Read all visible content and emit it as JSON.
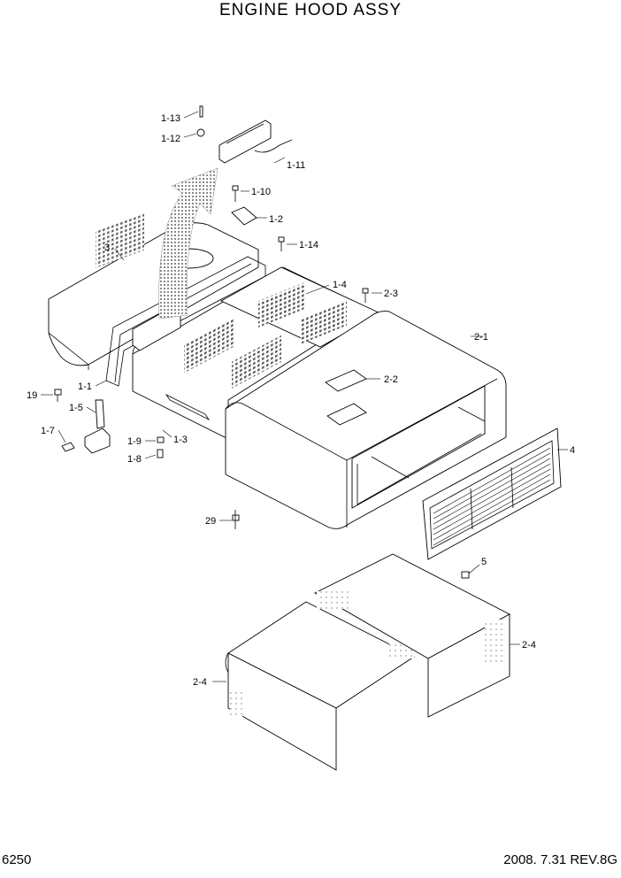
{
  "title": "ENGINE HOOD ASSY",
  "page_number": "6250",
  "revision": "2008. 7.31  REV.8G",
  "callouts": [
    "1-13",
    "1-12",
    "1-11",
    "1-10",
    "1-2",
    "3",
    "1-14",
    "1-4",
    "2-3",
    "2-1",
    "1-1",
    "2-2",
    "19",
    "1-5",
    "1-7",
    "1-9",
    "1-3",
    "1-8",
    "4",
    "29",
    "5",
    "2-4",
    "2-4"
  ]
}
